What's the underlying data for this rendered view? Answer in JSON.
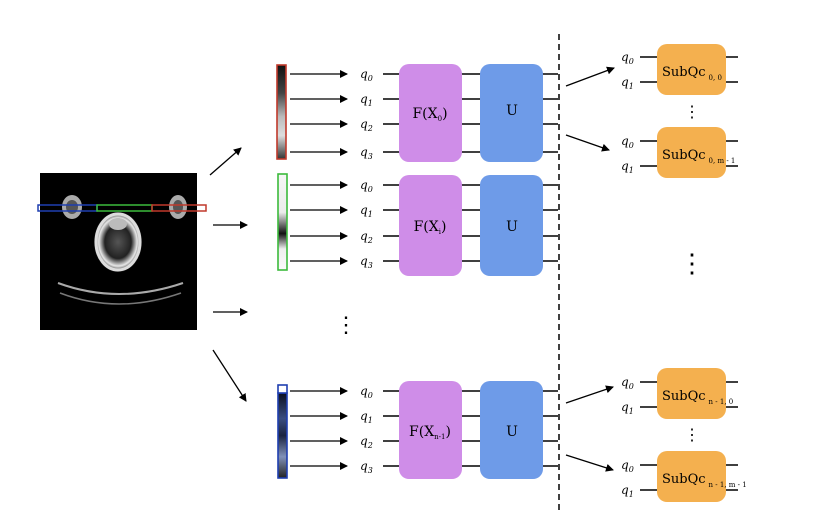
{
  "diagram": {
    "qubit_labels": [
      {
        "base": "q",
        "sub": "0"
      },
      {
        "base": "q",
        "sub": "1"
      },
      {
        "base": "q",
        "sub": "2"
      },
      {
        "base": "q",
        "sub": "3"
      }
    ],
    "encoders": [
      {
        "base": "F(X",
        "sub": "0",
        "tail": ")"
      },
      {
        "base": "F(X",
        "sub": "i",
        "tail": ")"
      },
      {
        "base": "F(X",
        "sub": "n-1",
        "tail": ")"
      }
    ],
    "unitary_label": "U",
    "sub_circuit_qubits": [
      {
        "base": "q",
        "sub": "0"
      },
      {
        "base": "q",
        "sub": "1"
      }
    ],
    "sub_circuits": [
      {
        "base": "SubQc",
        "sub": "0, 0"
      },
      {
        "base": "SubQc",
        "sub": "0, m - 1"
      },
      {
        "base": "SubQc",
        "sub": "n - 1, 0"
      },
      {
        "base": "SubQc",
        "sub": "n - 1, m - 1"
      }
    ],
    "ellipsis": "⋮",
    "colors": {
      "strip_red": "#c0392b",
      "strip_green": "#3cba3c",
      "strip_blue": "#1f3fb0",
      "encoder_fill": "#cf8de8",
      "unitary_fill": "#6e9be8",
      "subqc_fill": "#f4b04f",
      "wire": "#000000"
    }
  }
}
